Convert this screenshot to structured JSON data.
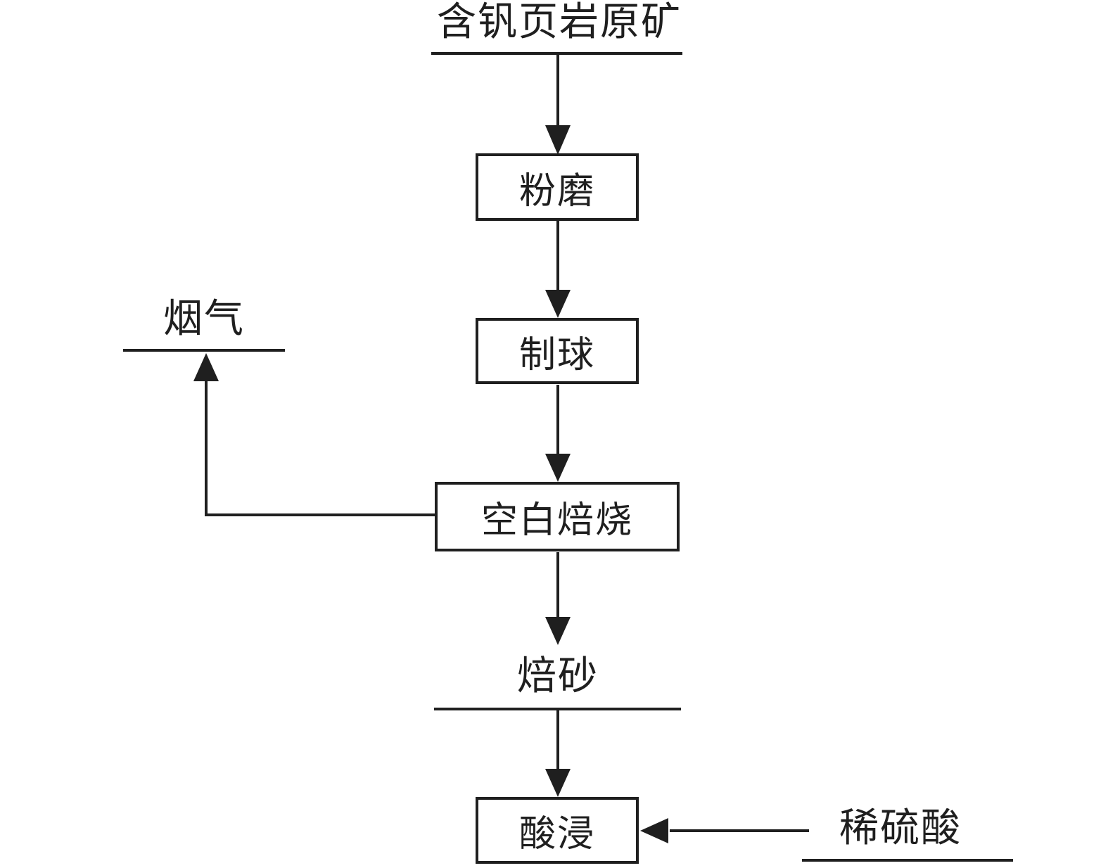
{
  "diagram": {
    "type": "process-flowchart",
    "language": "zh",
    "colors": {
      "line": "#1f1f1f",
      "background": "#ffffff"
    },
    "nodes": {
      "raw_ore": "含钒页岩原矿",
      "grinding": "粉磨",
      "pelletizing": "制球",
      "blank_roasting": "空白焙烧",
      "flue_gas": "烟气",
      "calcine": "焙砂",
      "acid_leaching": "酸浸",
      "dilute_sulfuric_acid": "稀硫酸"
    },
    "edges": [
      {
        "from": "raw_ore",
        "to": "grinding",
        "direction": "down"
      },
      {
        "from": "grinding",
        "to": "pelletizing",
        "direction": "down"
      },
      {
        "from": "pelletizing",
        "to": "blank_roasting",
        "direction": "down"
      },
      {
        "from": "blank_roasting",
        "to": "flue_gas",
        "direction": "left-up"
      },
      {
        "from": "blank_roasting",
        "to": "calcine",
        "direction": "down"
      },
      {
        "from": "calcine",
        "to": "acid_leaching",
        "direction": "down"
      },
      {
        "from": "dilute_sulfuric_acid",
        "to": "acid_leaching",
        "direction": "left"
      }
    ]
  }
}
